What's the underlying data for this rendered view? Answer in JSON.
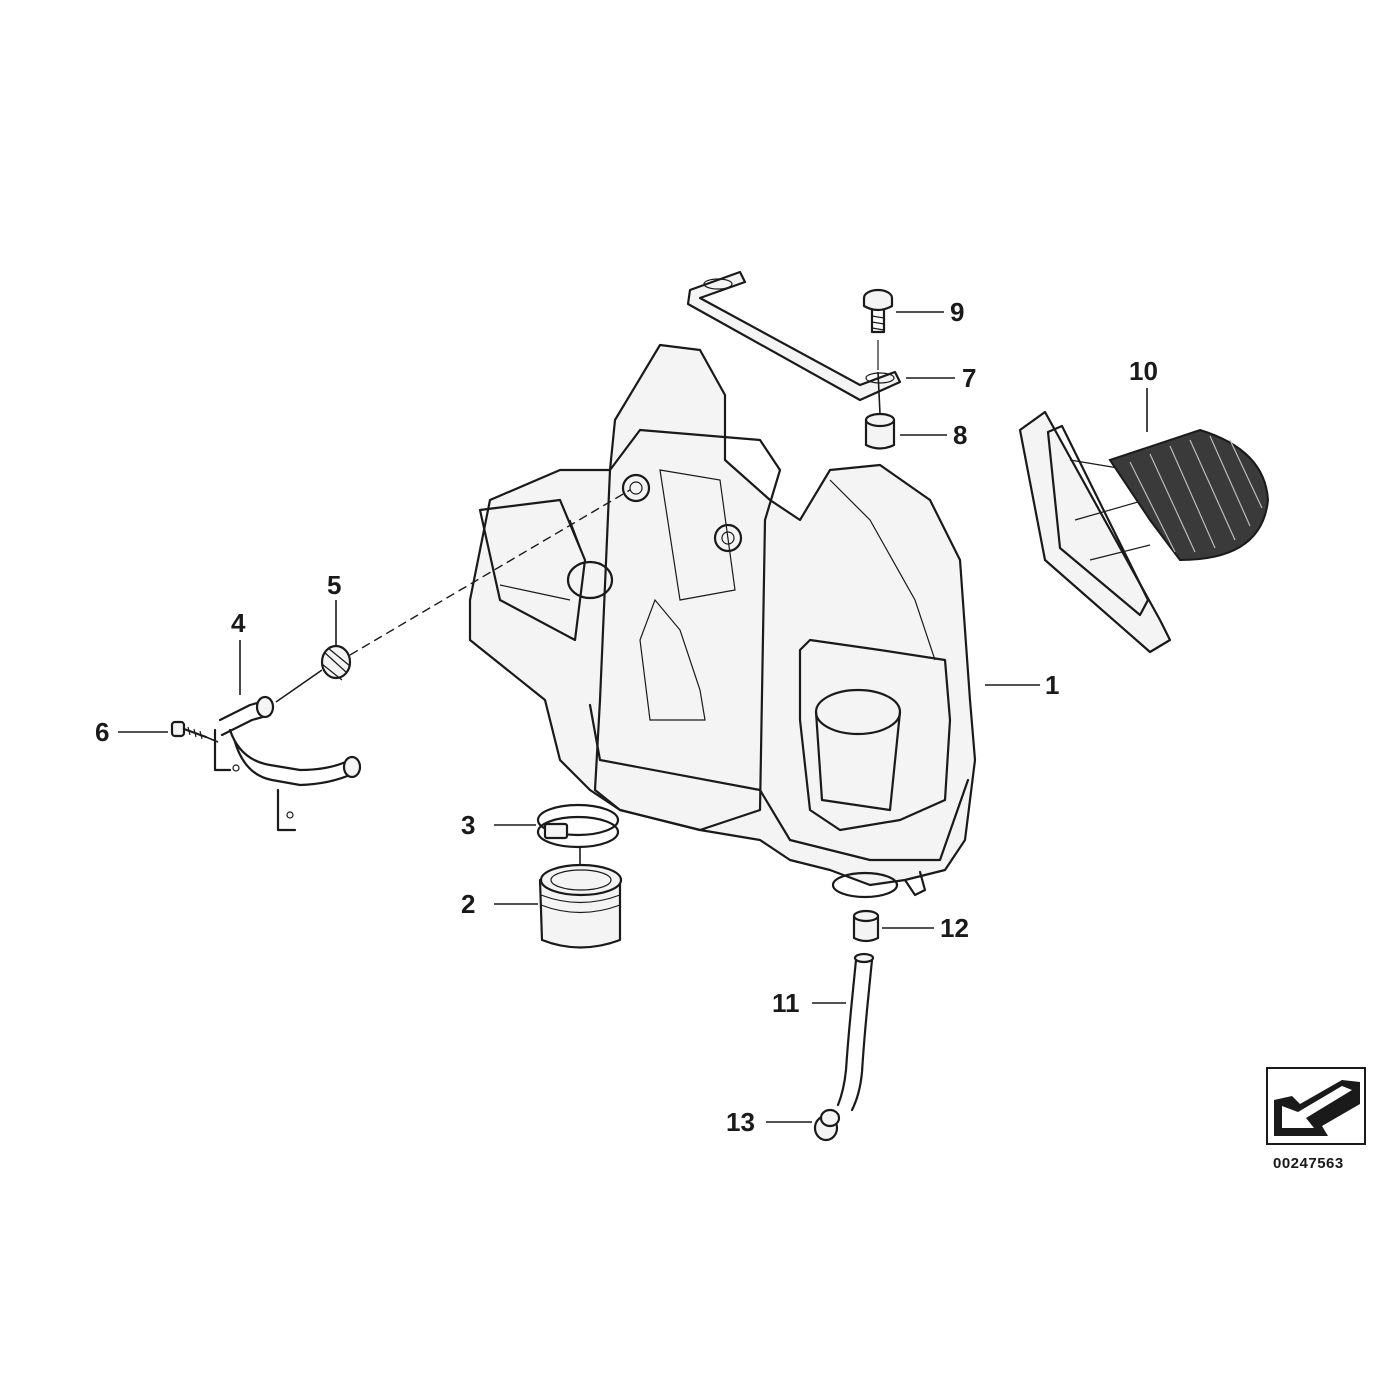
{
  "callouts": [
    {
      "id": "c1",
      "label": "1"
    },
    {
      "id": "c2",
      "label": "2"
    },
    {
      "id": "c3",
      "label": "3"
    },
    {
      "id": "c4",
      "label": "4"
    },
    {
      "id": "c5",
      "label": "5"
    },
    {
      "id": "c6",
      "label": "6"
    },
    {
      "id": "c7",
      "label": "7"
    },
    {
      "id": "c8",
      "label": "8"
    },
    {
      "id": "c9",
      "label": "9"
    },
    {
      "id": "c10",
      "label": "10"
    },
    {
      "id": "c11",
      "label": "11"
    },
    {
      "id": "c12",
      "label": "12"
    },
    {
      "id": "c13",
      "label": "13"
    }
  ],
  "reference_id": "00247563",
  "colors": {
    "line": "#1a1a1a",
    "background": "#ffffff",
    "filter_pleats": "#3a3a3a"
  },
  "icons": {
    "direction_badge": "front-direction-arrow-icon"
  }
}
